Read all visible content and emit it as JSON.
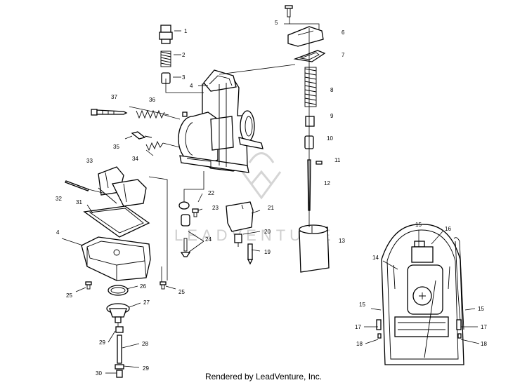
{
  "diagram": {
    "labels": {
      "p1": "1",
      "p2": "2",
      "p3": "3",
      "p4a": "4",
      "p4b": "4",
      "p5": "5",
      "p6": "6",
      "p7": "7",
      "p8": "8",
      "p9": "9",
      "p10": "10",
      "p11": "11",
      "p12": "12",
      "p13": "13",
      "p14": "14",
      "p15a": "15",
      "p15b": "15",
      "p15c": "15",
      "p16": "16",
      "p17a": "17",
      "p17b": "17",
      "p18a": "18",
      "p18b": "18",
      "p19": "19",
      "p20": "20",
      "p21": "21",
      "p22": "22",
      "p23": "23",
      "p24": "24",
      "p25a": "25",
      "p25b": "25",
      "p26": "26",
      "p27": "27",
      "p28": "28",
      "p29a": "29",
      "p29b": "29",
      "p30": "30",
      "p31": "31",
      "p32": "32",
      "p33": "33",
      "p34": "34",
      "p35": "35",
      "p36": "36",
      "p37": "37"
    },
    "watermark": "LEADVENTURE"
  },
  "footer": {
    "text": "Rendered by LeadVenture, Inc."
  }
}
